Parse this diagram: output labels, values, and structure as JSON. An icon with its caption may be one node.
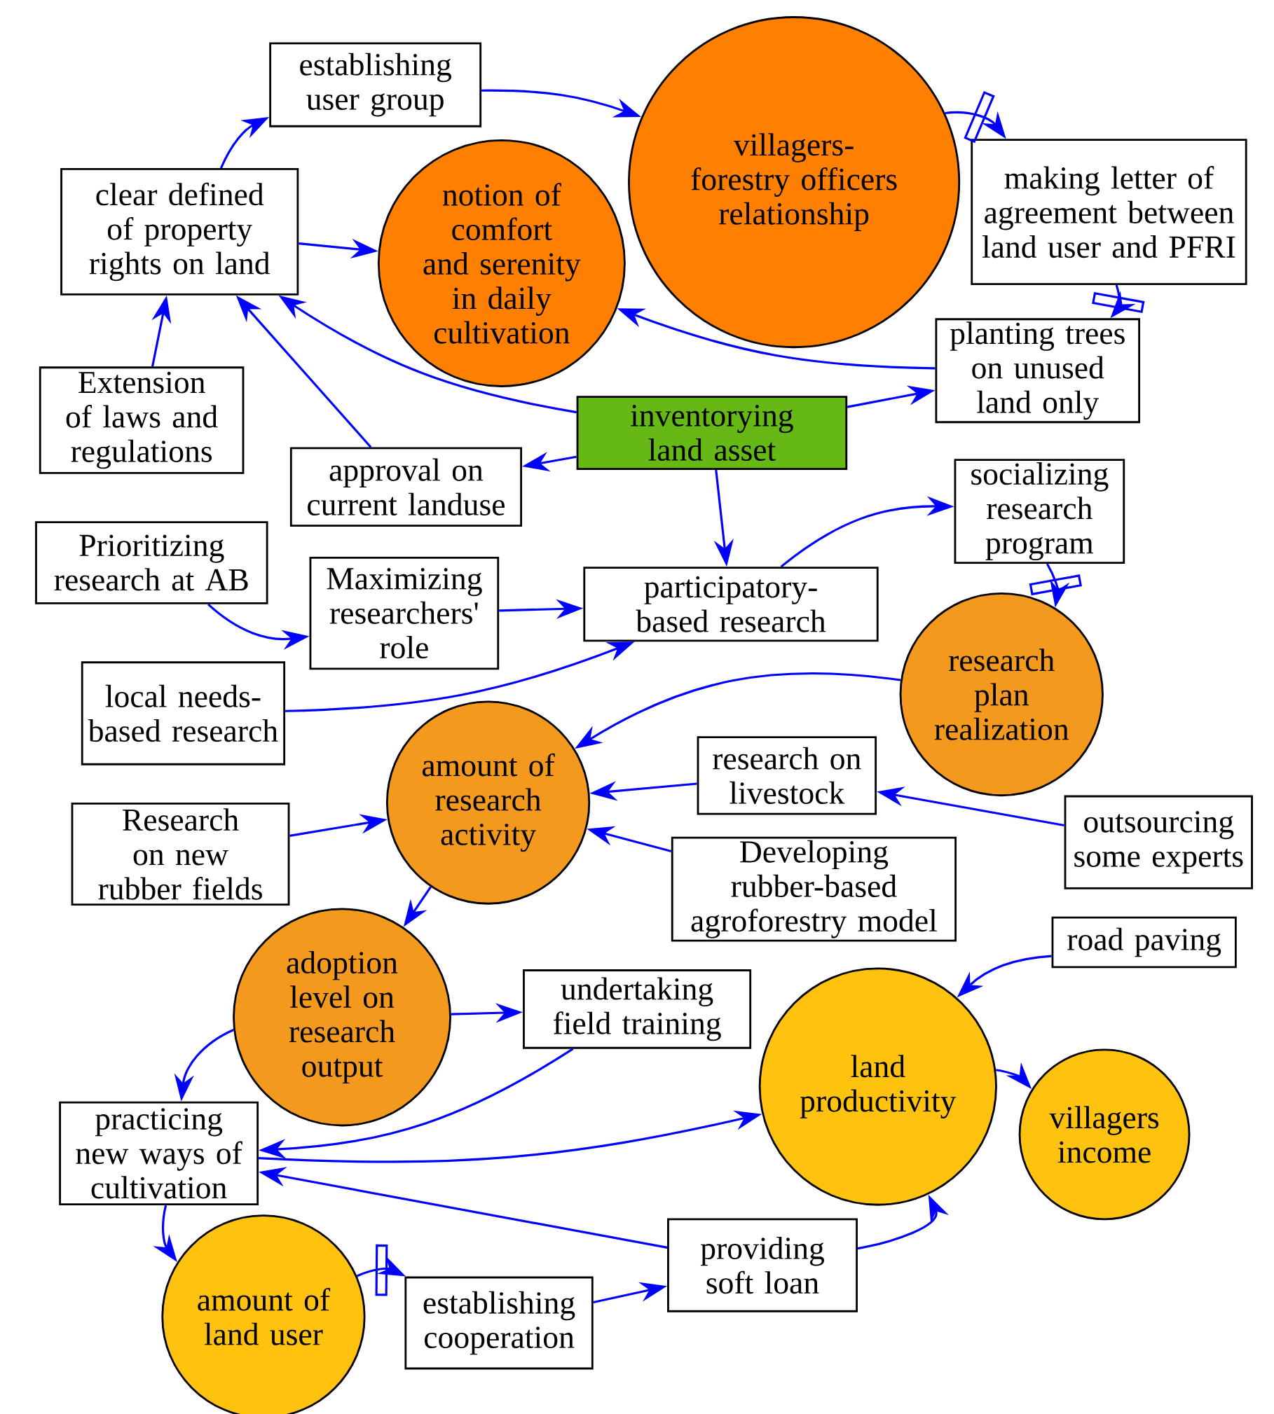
{
  "diagram": {
    "nodes": [
      {
        "text": [
          "establishing user group"
        ]
      },
      {
        "text": [
          "villagers-forestry officers relationship"
        ]
      },
      {
        "text": [
          "making letter of agreement between land user and PFRI"
        ]
      },
      {
        "text": [
          "clear defined of property rights on land"
        ]
      },
      {
        "text": [
          "notion of comfort and serenity in daily cultivation"
        ]
      },
      {
        "text": [
          "planting trees on unused land only"
        ]
      },
      {
        "text": [
          "Extension of laws and regulations"
        ]
      },
      {
        "text": [
          "inventorying land asset"
        ]
      },
      {
        "text": [
          "approval on current landuse"
        ]
      },
      {
        "text": [
          "socializing research program"
        ]
      },
      {
        "text": [
          "Prioritizing research at AB"
        ]
      },
      {
        "text": [
          "Maximizing researchers' role"
        ]
      },
      {
        "text": [
          "participatory-based research"
        ]
      },
      {
        "text": [
          "research plan realization"
        ]
      },
      {
        "text": [
          "local needs-based research"
        ]
      },
      {
        "text": [
          "amount of research activity"
        ]
      },
      {
        "text": [
          "research on livestock"
        ]
      },
      {
        "text": [
          "outsourcing some experts"
        ]
      },
      {
        "text": [
          "Research on new rubber fields"
        ]
      },
      {
        "text": [
          "Developing rubber-based agroforestry model"
        ]
      },
      {
        "text": [
          "road paving"
        ]
      },
      {
        "text": [
          "adoption level on research output"
        ]
      },
      {
        "text": [
          "undertaking field training"
        ]
      },
      {
        "text": [
          "land productivity"
        ]
      },
      {
        "text": [
          "villagers income"
        ]
      },
      {
        "text": [
          "practicing new ways of cultivation"
        ]
      },
      {
        "text": [
          "amount of land user"
        ]
      },
      {
        "text": [
          "providing soft loan"
        ]
      },
      {
        "text": [
          "establishing cooperation"
        ]
      }
    ],
    "edges": [
      {
        "from": 3,
        "to": 0,
        "arrow": "to"
      },
      {
        "from": 0,
        "to": 1,
        "arrow": "to"
      },
      {
        "from": 1,
        "to": 2,
        "arrow": "to"
      },
      {
        "from": 2,
        "to": 5,
        "arrow": "to"
      },
      {
        "from": 3,
        "to": 4,
        "arrow": "to"
      },
      {
        "from": 5,
        "to": 4,
        "arrow": "to"
      },
      {
        "from": 6,
        "to": 3,
        "arrow": "to"
      },
      {
        "from": 7,
        "to": 3,
        "arrow": "to"
      },
      {
        "from": 8,
        "to": 3,
        "arrow": "to"
      },
      {
        "from": 7,
        "to": 8,
        "arrow": "to"
      },
      {
        "from": 7,
        "to": 5,
        "arrow": "to"
      },
      {
        "from": 7,
        "to": 12,
        "arrow": "to"
      },
      {
        "from": 12,
        "to": 9,
        "arrow": "to"
      },
      {
        "from": 9,
        "to": 13,
        "arrow": "to"
      },
      {
        "from": 10,
        "to": 11,
        "arrow": "to"
      },
      {
        "from": 11,
        "to": 12,
        "arrow": "to"
      },
      {
        "from": 14,
        "to": 12,
        "arrow": "to"
      },
      {
        "from": 13,
        "to": 15,
        "arrow": "to"
      },
      {
        "from": 16,
        "to": 15,
        "arrow": "to"
      },
      {
        "from": 17,
        "to": 16,
        "arrow": "to"
      },
      {
        "from": 18,
        "to": 15,
        "arrow": "to"
      },
      {
        "from": 19,
        "to": 15,
        "arrow": "to"
      },
      {
        "from": 15,
        "to": 21,
        "arrow": "to"
      },
      {
        "from": 20,
        "to": 23,
        "arrow": "to"
      },
      {
        "from": 23,
        "to": 24,
        "arrow": "to"
      },
      {
        "from": 21,
        "to": 22,
        "arrow": "to"
      },
      {
        "from": 21,
        "to": 25,
        "arrow": "to"
      },
      {
        "from": 22,
        "to": 25,
        "arrow": "to"
      },
      {
        "from": 25,
        "to": 23,
        "arrow": "to"
      },
      {
        "from": 27,
        "to": 25,
        "arrow": "to"
      },
      {
        "from": 25,
        "to": 26,
        "arrow": "to"
      },
      {
        "from": 26,
        "to": 28,
        "arrow": "to"
      },
      {
        "from": 28,
        "to": 27,
        "arrow": "to"
      },
      {
        "from": 27,
        "to": 23,
        "arrow": "to"
      }
    ]
  }
}
